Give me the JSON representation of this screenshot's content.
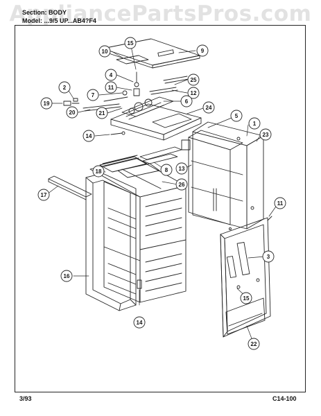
{
  "header": {
    "section_label": "Section: BODY",
    "model_label": "Model: ...9/5 UP...AB4?F4"
  },
  "watermark": "AppliancePartsPros.com",
  "footer": {
    "date": "3/93",
    "code": "C14-100"
  },
  "callouts": [
    "10",
    "15",
    "9",
    "4",
    "25",
    "2",
    "7",
    "11",
    "12",
    "19",
    "6",
    "20",
    "21",
    "24",
    "14",
    "5",
    "1",
    "23",
    "8",
    "13",
    "18",
    "26",
    "17",
    "11",
    "3",
    "16",
    "15",
    "14",
    "22"
  ],
  "colors": {
    "line": "#222222",
    "background": "#ffffff",
    "watermark": "#969696"
  }
}
